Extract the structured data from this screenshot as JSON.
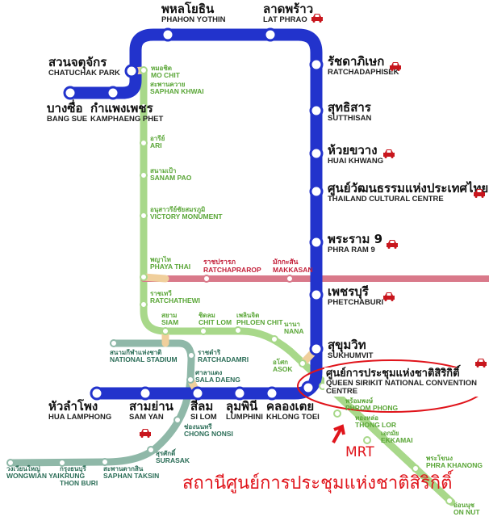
{
  "mrt_stations": [
    {
      "th": "บางซื่อ",
      "en": "BANG SUE"
    },
    {
      "th": "กำแพงเพชร",
      "en": "KAMPHAENG PHET"
    },
    {
      "th": "สวนจตุจักร",
      "en": "CHATUCHAK PARK"
    },
    {
      "th": "พหลโยธิน",
      "en": "PHAHON YOTHIN"
    },
    {
      "th": "ลาดพร้าว",
      "en": "LAT PHRAO"
    },
    {
      "th": "รัชดาภิเษก",
      "en": "RATCHADAPHISEK"
    },
    {
      "th": "สุทธิสาร",
      "en": "SUTTHISAN"
    },
    {
      "th": "ห้วยขวาง",
      "en": "HUAI KHWANG"
    },
    {
      "th": "ศูนย์วัฒนธรรมแห่งประเทศไทย",
      "en": "THAILAND CULTURAL CENTRE"
    },
    {
      "th": "พระราม 9",
      "en": "PHRA RAM 9"
    },
    {
      "th": "เพชรบุรี",
      "en": "PHETCHABURI"
    },
    {
      "th": "สุขุมวิท",
      "en": "SUKHUMVIT"
    },
    {
      "th": "ศูนย์การประชุมแห่งชาติสิริกิติ์",
      "en": "QUEEN SIRIKIT NATIONAL CONVENTION CENTRE"
    },
    {
      "th": "คลองเตย",
      "en": "KHLONG TOEI"
    },
    {
      "th": "ลุมพินี",
      "en": "LUMPHINI"
    },
    {
      "th": "สีลม",
      "en": "SI LOM"
    },
    {
      "th": "สามย่าน",
      "en": "SAM YAN"
    },
    {
      "th": "หัวลำโพง",
      "en": "HUA LAMPHONG"
    }
  ],
  "bts_sukhumvit_stations": [
    {
      "th": "หมอชิต",
      "en": "MO CHIT"
    },
    {
      "th": "สะพานควาย",
      "en": "SAPHAN KHWAI"
    },
    {
      "th": "อารีย์",
      "en": "ARI"
    },
    {
      "th": "สนามเป้า",
      "en": "SANAM PAO"
    },
    {
      "th": "อนุสาวรีย์ชัยสมรภูมิ",
      "en": "VICTORY MONUMENT"
    },
    {
      "th": "พญาไท",
      "en": "PHAYA THAI"
    },
    {
      "th": "ราชเทวี",
      "en": "RATCHATHEWI"
    },
    {
      "th": "สยาม",
      "en": "SIAM"
    },
    {
      "th": "ชิดลม",
      "en": "CHIT LOM"
    },
    {
      "th": "เพลินจิต",
      "en": "PHLOEN CHIT"
    },
    {
      "th": "นานา",
      "en": "NANA"
    },
    {
      "th": "อโศก",
      "en": "ASOK"
    },
    {
      "th": "พร้อมพงษ์",
      "en": "PHROM PHONG"
    },
    {
      "th": "ทองหล่อ",
      "en": "THONG LOR"
    },
    {
      "th": "เอกมัย",
      "en": "EKKAMAI"
    },
    {
      "th": "พระโขนง",
      "en": "PHRA KHANONG"
    },
    {
      "th": "อ่อนนุช",
      "en": "ON NUT"
    }
  ],
  "bts_silom_stations": [
    {
      "th": "สนามกีฬาแห่งชาติ",
      "en": "NATIONAL STADIUM"
    },
    {
      "th": "ราชดำริ",
      "en": "RATCHADAMRI"
    },
    {
      "th": "ศาลาแดง",
      "en": "SALA DAENG"
    },
    {
      "th": "ช่องนนทรี",
      "en": "CHONG NONSI"
    },
    {
      "th": "สุรศักดิ์",
      "en": "SURASAK"
    },
    {
      "th": "สะพานตากสิน",
      "en": "SAPHAN TAKSIN"
    },
    {
      "th": "กรุงธนบุรี",
      "en": "KRUNG THON BURI"
    },
    {
      "th": "วงเวียนใหญ่",
      "en": "WONGWIAN YAI"
    }
  ],
  "airport_link_stations": [
    {
      "th": "ราชปรารภ",
      "en": "RATCHAPRAROP"
    },
    {
      "th": "มักกะสัน",
      "en": "MAKKASAN"
    }
  ],
  "annotation": {
    "line": "MRT",
    "station": "สถานีศูนย์การประชุมแห่งชาติสิริกิติ์"
  },
  "colors": {
    "mrt": "#2233cc",
    "bts_sukhumvit": "#a8d88a",
    "bts_silom": "#8fb8a8",
    "airport_link": "#d9798a",
    "interchange": "#f0cf9c",
    "highlight": "#e0141b"
  }
}
